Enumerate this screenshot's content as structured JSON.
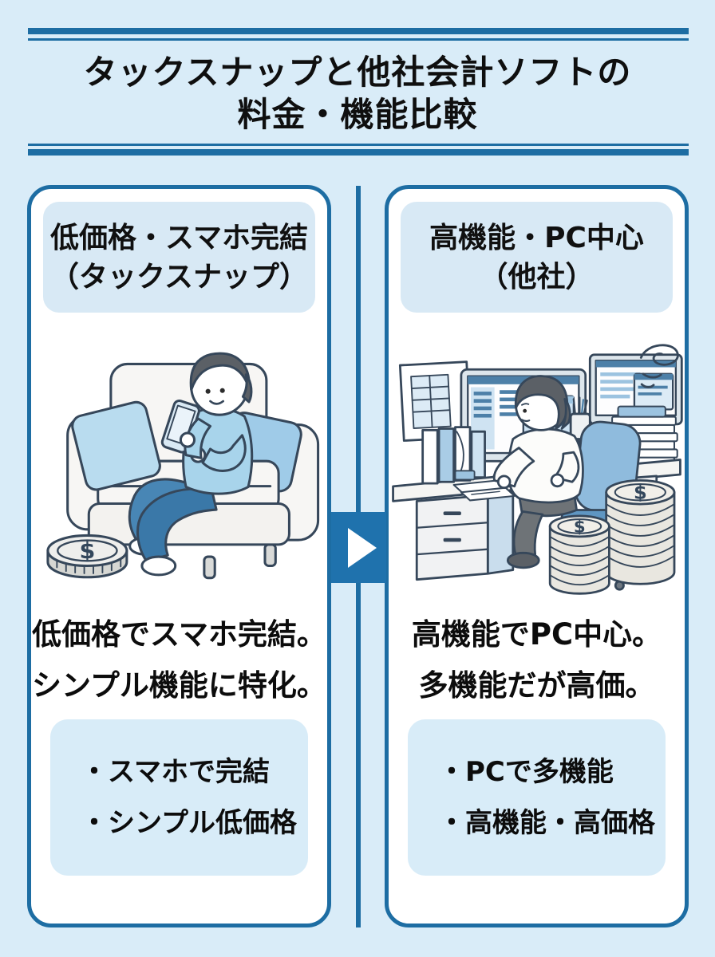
{
  "header": {
    "title_line1": "タックスナップと他社会計ソフトの",
    "title_line2": "料金・機能比較"
  },
  "left_card": {
    "header_line1": "低価格・スマホ完結",
    "header_line2": "（タックスナップ）",
    "illustration": "person-relaxing-on-sofa-with-smartphone",
    "description": [
      "低価格でスマホ完結。",
      "シンプル機能に特化。"
    ],
    "bullets": [
      "・スマホで完結",
      "・シンプル低価格"
    ],
    "coin_symbol": "$"
  },
  "right_card": {
    "header_line1": "高機能・PC中心",
    "header_line2": "（他社）",
    "illustration": "person-working-at-pc-desk-with-coin-stacks",
    "description": [
      "高機能でPC中心。",
      "多機能だが高価。"
    ],
    "bullets": [
      "・PCで多機能",
      "・高機能・高価格"
    ],
    "coin_symbol": "$"
  },
  "divider": {
    "icon": "arrow-right"
  },
  "colors": {
    "background": "#d9ecf8",
    "accent": "#1d6da3",
    "arrow": "#1f72ad",
    "panel": "#d8e9f5",
    "card_bg": "#ffffff",
    "text": "#0d0d0d"
  }
}
